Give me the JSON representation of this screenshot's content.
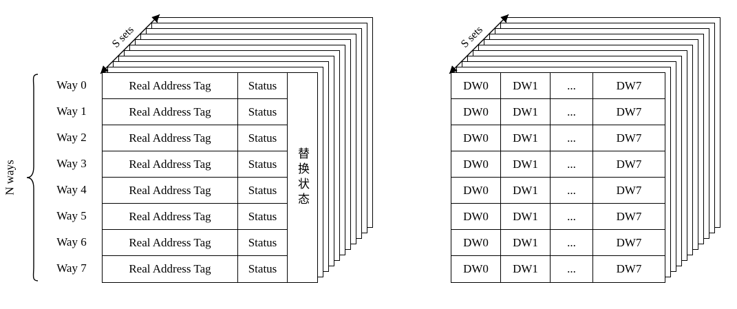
{
  "left_diagram": {
    "sets_label": "S sets",
    "ways_label": "N ways",
    "way_labels": [
      "Way 0",
      "Way 1",
      "Way 2",
      "Way 3",
      "Way 4",
      "Way 5",
      "Way 6",
      "Way 7"
    ],
    "row": {
      "tag": "Real Address Tag",
      "status": "Status"
    },
    "replacement_status_label": "替换状态",
    "stack_layer_count": 10
  },
  "right_diagram": {
    "sets_label": "S sets",
    "columns": [
      "DW0",
      "DW1",
      "...",
      "DW7"
    ],
    "stack_layer_count": 10
  },
  "colors": {
    "line": "#000000",
    "background": "#ffffff"
  }
}
